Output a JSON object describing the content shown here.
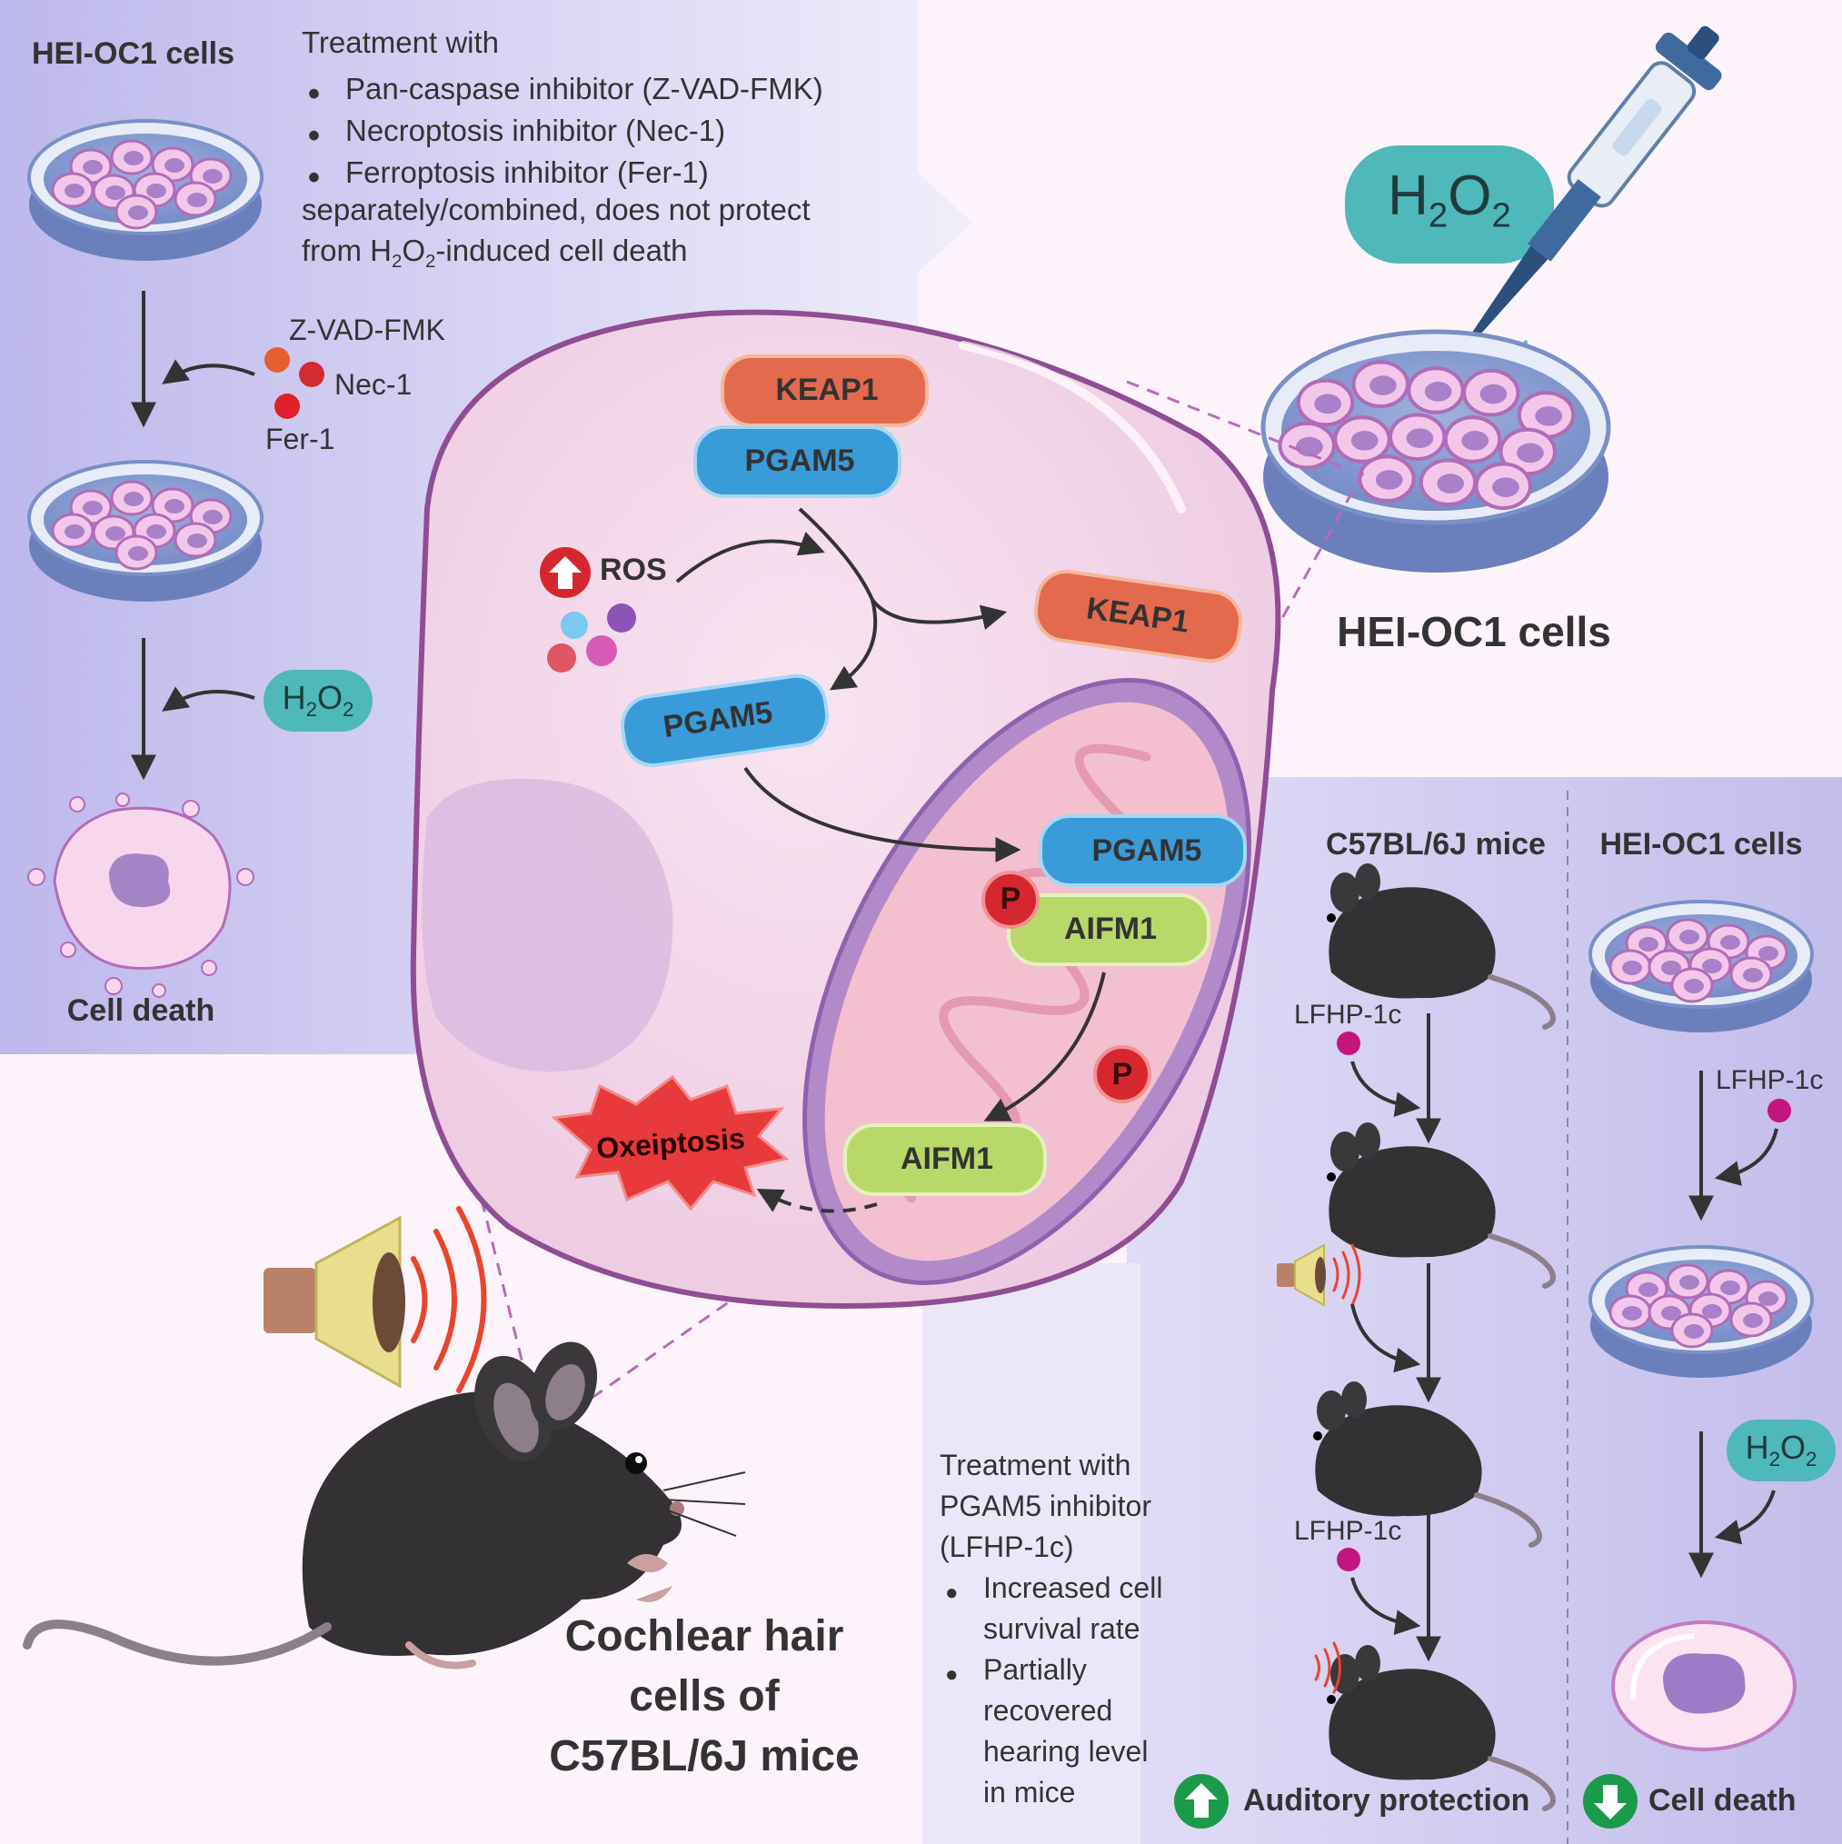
{
  "top_left": {
    "title": "HEI-OC1 cells",
    "treatment_heading": "Treatment with",
    "inhibitors": [
      "Pan-caspase inhibitor (Z-VAD-FMK)",
      "Necroptosis inhibitor (Nec-1)",
      "Ferroptosis inhibitor (Fer-1)"
    ],
    "note_line1": "separately/combined, does not protect",
    "note_line2_a": "from H",
    "note_line2_b": "2",
    "note_line2_c": "O",
    "note_line2_d": "2",
    "note_line2_e": "-induced cell death",
    "drug_labels": [
      "Z-VAD-FMK",
      "Nec-1",
      "Fer-1"
    ],
    "h2o2": {
      "h": "H",
      "sub1": "2",
      "o": "O",
      "sub2": "2"
    },
    "cell_death": "Cell death"
  },
  "top_right": {
    "h2o2": {
      "h": "H",
      "sub1": "2",
      "o": "O",
      "sub2": "2"
    },
    "title": "HEI-OC1 cells"
  },
  "cell": {
    "keap1_bound": "KEAP1",
    "pgam5_bound": "PGAM5",
    "ros": "ROS",
    "keap1_free": "KEAP1",
    "pgam5_free": "PGAM5",
    "pgam5_mito": "PGAM5",
    "p1": "P",
    "aifm1_bound": "AIFM1",
    "p2": "P",
    "aifm1_free": "AIFM1",
    "oxeiptosis": "Oxeiptosis"
  },
  "bottom_left": {
    "title_lines": [
      "Cochlear hair",
      "cells of",
      "C57BL/6J mice"
    ]
  },
  "bottom_right": {
    "mice_title": "C57BL/6J mice",
    "cells_title": "HEI-OC1 cells",
    "lfhp1": "LFHP-1c",
    "lfhp2": "LFHP-1c",
    "lfhp3": "LFHP-1c",
    "h2o2": {
      "h": "H",
      "sub1": "2",
      "o": "O",
      "sub2": "2"
    },
    "treatment_lines": [
      "Treatment with",
      "PGAM5 inhibitor",
      "(LFHP-1c)"
    ],
    "results": [
      [
        "Increased cell",
        "survival rate"
      ],
      [
        "Partially",
        "recovered",
        "hearing level",
        "in mice"
      ]
    ],
    "auditory": "Auditory protection",
    "cell_death": "Cell death"
  },
  "colors": {
    "panel_purple": "#c9c3ec",
    "cell_membrane": "#8f4d93",
    "keap1": "#e46a4d",
    "pgam5": "#3a9bd9",
    "aifm1": "#b9d86a",
    "phospho": "#d6272f",
    "oxeiptosis": "#e83a3a",
    "h2o2_badge": "#4fb8b8",
    "mouse": "#333133",
    "sound": "#e8452b",
    "green_arrow": "#1a9a4a"
  }
}
